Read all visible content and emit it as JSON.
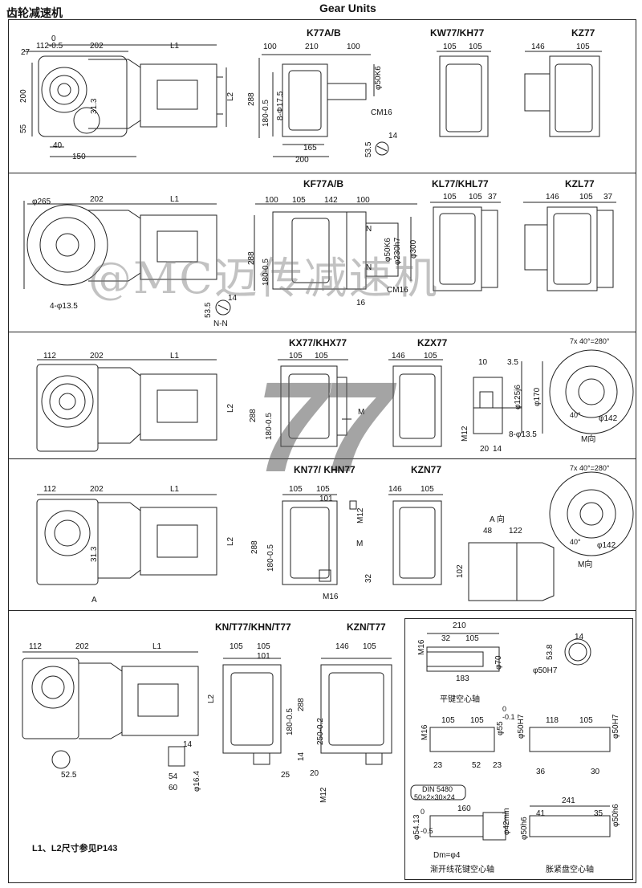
{
  "header": {
    "left_title": "齿轮减速机",
    "right_title": "Gear Units"
  },
  "watermark": "@MC迈传减速机",
  "big_number": "77",
  "note": "L1、L2尺寸参见P143",
  "sections": {
    "s1": {
      "labels": [
        "0",
        "112-0.5",
        "202",
        "L1",
        "27",
        "200",
        "L2",
        "31.3",
        "55",
        "40",
        "150"
      ],
      "views": [
        {
          "title": "K77A/B",
          "dims": [
            "100",
            "210",
            "100",
            "φ50K6",
            "288",
            "180-0.5",
            "8-Φ17.5",
            "CM16",
            "165",
            "200",
            "53.5",
            "14"
          ]
        },
        {
          "title": "KW77/KH77",
          "dims": [
            "105",
            "105"
          ]
        },
        {
          "title": "KZ77",
          "dims": [
            "146",
            "105"
          ]
        }
      ]
    },
    "s2": {
      "labels": [
        "φ265",
        "202",
        "L1",
        "4-φ13.5",
        "N-N",
        "53.5",
        "14"
      ],
      "views": [
        {
          "title": "KF77A/B",
          "dims": [
            "100",
            "105",
            "142",
            "100",
            "N",
            "N",
            "φ50K6",
            "φ230h7",
            "φ300",
            "288",
            "180-0.5",
            "CM16",
            "16"
          ]
        },
        {
          "title": "KL77/KHL77",
          "dims": [
            "105",
            "105",
            "37"
          ]
        },
        {
          "title": "KZL77",
          "dims": [
            "146",
            "105",
            "37"
          ]
        }
      ]
    },
    "s3": {
      "labels": [
        "112",
        "202",
        "L1",
        "L2"
      ],
      "views": [
        {
          "title": "KX77/KHX77",
          "dims": [
            "105",
            "105",
            "288",
            "180-0.5",
            "M"
          ]
        },
        {
          "title": "KZX77",
          "dims": [
            "146",
            "105"
          ]
        },
        {
          "title": "",
          "dims": [
            "10",
            "3.5",
            "φ125j6",
            "φ170",
            "M12",
            "8-φ13.5",
            "20",
            "14"
          ]
        },
        {
          "title": "",
          "dims": [
            "7x 40°=280°",
            "40°",
            "φ142",
            "M向"
          ]
        }
      ]
    },
    "s4": {
      "labels": [
        "112",
        "202",
        "L1",
        "L2",
        "31.3",
        "A"
      ],
      "views": [
        {
          "title": "KN77/ KHN77",
          "dims": [
            "105",
            "105",
            "101",
            "M12",
            "288",
            "180-0.5",
            "M",
            "M16",
            "32"
          ]
        },
        {
          "title": "KZN77",
          "dims": [
            "146",
            "105"
          ]
        },
        {
          "title": "",
          "dims": [
            "A 向",
            "48",
            "122",
            "102"
          ]
        },
        {
          "title": "",
          "dims": [
            "7x 40°=280°",
            "40°",
            "φ142",
            "M向"
          ]
        }
      ]
    },
    "s5": {
      "labels": [
        "112",
        "202",
        "L1",
        "L2",
        "52.5",
        "54",
        "60",
        "14",
        "φ16.4"
      ],
      "views": [
        {
          "title": "KN/T77/KHN/T77",
          "dims": [
            "105",
            "105",
            "101",
            "288",
            "180-0.5",
            "250-0.2",
            "14",
            "25",
            "20",
            "M12"
          ]
        },
        {
          "title": "KZN/T77",
          "dims": [
            "146",
            "105"
          ]
        }
      ],
      "shafts": [
        {
          "caption": "平键空心轴",
          "dims": [
            "210",
            "32",
            "105",
            "M16",
            "183",
            "φ70",
            "14",
            "53.8",
            "φ50H7"
          ]
        },
        {
          "caption": "",
          "dims": [
            "105",
            "105",
            "M16",
            "φ55",
            "0",
            "-0.1",
            "φ50H7",
            "118",
            "105",
            "φ50H7",
            "23",
            "52",
            "23",
            "36",
            "30"
          ]
        },
        {
          "caption": "渐开线花键空心轴",
          "dims": [
            "DIN 5480",
            "50×2×30×24",
            "160",
            "φ42min",
            "φ54.13",
            "0",
            "-0.5",
            "Dm=φ4"
          ]
        },
        {
          "caption": "胀紧盘空心轴",
          "dims": [
            "241",
            "41",
            "35",
            "φ50h6",
            "φ50h6"
          ]
        }
      ]
    }
  }
}
